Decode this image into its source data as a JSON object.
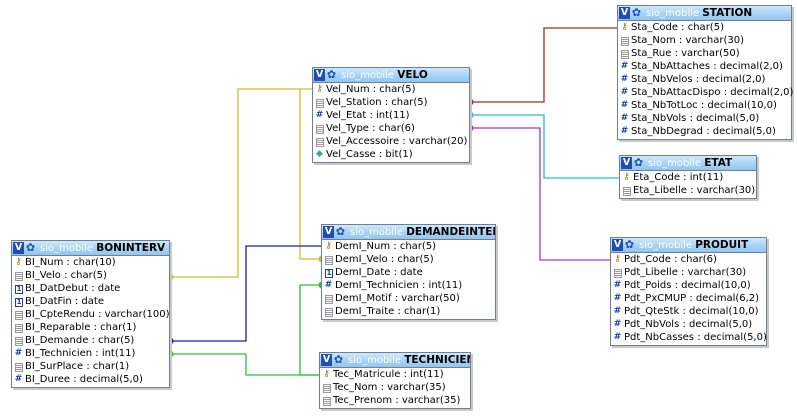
{
  "tables": {
    "station": {
      "schema": "sio_mobile",
      "name": "STATION",
      "columns": [
        {
          "text": "Sta_Code : char(5)",
          "icon": "primary-key-icon"
        },
        {
          "text": "Sta_Nom : varchar(30)",
          "icon": "string-field-icon"
        },
        {
          "text": "Sta_Rue : varchar(50)",
          "icon": "string-field-icon"
        },
        {
          "text": "Sta_NbAttaches : decimal(2,0)",
          "icon": "numeric-field-icon"
        },
        {
          "text": "Sta_NbVelos : decimal(2,0)",
          "icon": "numeric-field-icon"
        },
        {
          "text": "Sta_NbAttacDispo : decimal(2,0)",
          "icon": "numeric-field-icon"
        },
        {
          "text": "Sta_NbTotLoc : decimal(10,0)",
          "icon": "numeric-field-icon"
        },
        {
          "text": "Sta_NbVols : decimal(5,0)",
          "icon": "numeric-field-icon"
        },
        {
          "text": "Sta_NbDegrad : decimal(5,0)",
          "icon": "numeric-field-icon"
        }
      ]
    },
    "velo": {
      "schema": "sio_mobile",
      "name": "VELO",
      "columns": [
        {
          "text": "Vel_Num : char(5)",
          "icon": "primary-key-icon"
        },
        {
          "text": "Vel_Station : char(5)",
          "icon": "string-field-icon"
        },
        {
          "text": "Vel_Etat : int(11)",
          "icon": "numeric-field-icon"
        },
        {
          "text": "Vel_Type : char(6)",
          "icon": "string-field-icon"
        },
        {
          "text": "Vel_Accessoire : varchar(20)",
          "icon": "string-field-icon"
        },
        {
          "text": "Vel_Casse : bit(1)",
          "icon": "bit-field-icon"
        }
      ]
    },
    "etat": {
      "schema": "sio_mobile",
      "name": "ETAT",
      "columns": [
        {
          "text": "Eta_Code : int(11)",
          "icon": "primary-key-icon"
        },
        {
          "text": "Eta_Libelle : varchar(30)",
          "icon": "string-field-icon"
        }
      ]
    },
    "demandeinter": {
      "schema": "sio_mobile",
      "name": "DEMANDEINTER",
      "columns": [
        {
          "text": "DemI_Num : char(5)",
          "icon": "primary-key-icon"
        },
        {
          "text": "DemI_Velo : char(5)",
          "icon": "string-field-icon"
        },
        {
          "text": "DemI_Date : date",
          "icon": "date-field-icon"
        },
        {
          "text": "DemI_Technicien : int(11)",
          "icon": "numeric-field-icon"
        },
        {
          "text": "DemI_Motif : varchar(50)",
          "icon": "string-field-icon"
        },
        {
          "text": "DemI_Traite : char(1)",
          "icon": "string-field-icon"
        }
      ]
    },
    "produit": {
      "schema": "sio_mobile",
      "name": "PRODUIT",
      "columns": [
        {
          "text": "Pdt_Code : char(6)",
          "icon": "primary-key-icon"
        },
        {
          "text": "Pdt_Libelle : varchar(30)",
          "icon": "string-field-icon"
        },
        {
          "text": "Pdt_Poids : decimal(10,0)",
          "icon": "numeric-field-icon"
        },
        {
          "text": "Pdt_PxCMUP : decimal(6,2)",
          "icon": "numeric-field-icon"
        },
        {
          "text": "Pdt_QteStk : decimal(10,0)",
          "icon": "numeric-field-icon"
        },
        {
          "text": "Pdt_NbVols : decimal(5,0)",
          "icon": "numeric-field-icon"
        },
        {
          "text": "Pdt_NbCasses : decimal(5,0)",
          "icon": "numeric-field-icon"
        }
      ]
    },
    "boninterv": {
      "schema": "sio_mobile",
      "name": "BONINTERV",
      "columns": [
        {
          "text": "BI_Num : char(10)",
          "icon": "primary-key-icon"
        },
        {
          "text": "BI_Velo : char(5)",
          "icon": "string-field-icon"
        },
        {
          "text": "BI_DatDebut : date",
          "icon": "date-field-icon"
        },
        {
          "text": "BI_DatFin : date",
          "icon": "date-field-icon"
        },
        {
          "text": "BI_CpteRendu : varchar(100)",
          "icon": "string-field-icon"
        },
        {
          "text": "BI_Reparable : char(1)",
          "icon": "string-field-icon"
        },
        {
          "text": "BI_Demande : char(5)",
          "icon": "string-field-icon"
        },
        {
          "text": "BI_Technicien : int(11)",
          "icon": "numeric-field-icon"
        },
        {
          "text": "BI_SurPlace : char(1)",
          "icon": "string-field-icon"
        },
        {
          "text": "BI_Duree : decimal(5,0)",
          "icon": "numeric-field-icon"
        }
      ]
    },
    "technicien": {
      "schema": "sio_mobile",
      "name": "TECHNICIEN",
      "columns": [
        {
          "text": "Tec_Matricule : int(11)",
          "icon": "primary-key-icon"
        },
        {
          "text": "Tec_Nom : varchar(35)",
          "icon": "string-field-icon"
        },
        {
          "text": "Tec_Prenom : varchar(35)",
          "icon": "string-field-icon"
        }
      ]
    }
  },
  "relations": [
    {
      "from": "velo.Vel_Station",
      "to": "station.Sta_Code",
      "color": "#a52a2a"
    },
    {
      "from": "velo.Vel_Etat",
      "to": "etat.Eta_Code",
      "color": "#22c0c8"
    },
    {
      "from": "velo.Vel_Type",
      "to": "produit.Pdt_Code",
      "color": "#b030c0"
    },
    {
      "from": "boninterv.BI_Velo",
      "to": "velo.Vel_Num",
      "color": "#c9c12c"
    },
    {
      "from": "demandeinter.DemI_Velo",
      "to": "velo.Vel_Num",
      "color": "#c9c12c"
    },
    {
      "from": "boninterv.BI_Demande",
      "to": "demandeinter.DemI_Num",
      "color": "#1a1ac8"
    },
    {
      "from": "boninterv.BI_Technicien",
      "to": "technicien.Tec_Matricule",
      "color": "#2ec42e"
    },
    {
      "from": "demandeinter.DemI_Technicien",
      "to": "technicien.Tec_Matricule",
      "color": "#2ec42e"
    }
  ]
}
